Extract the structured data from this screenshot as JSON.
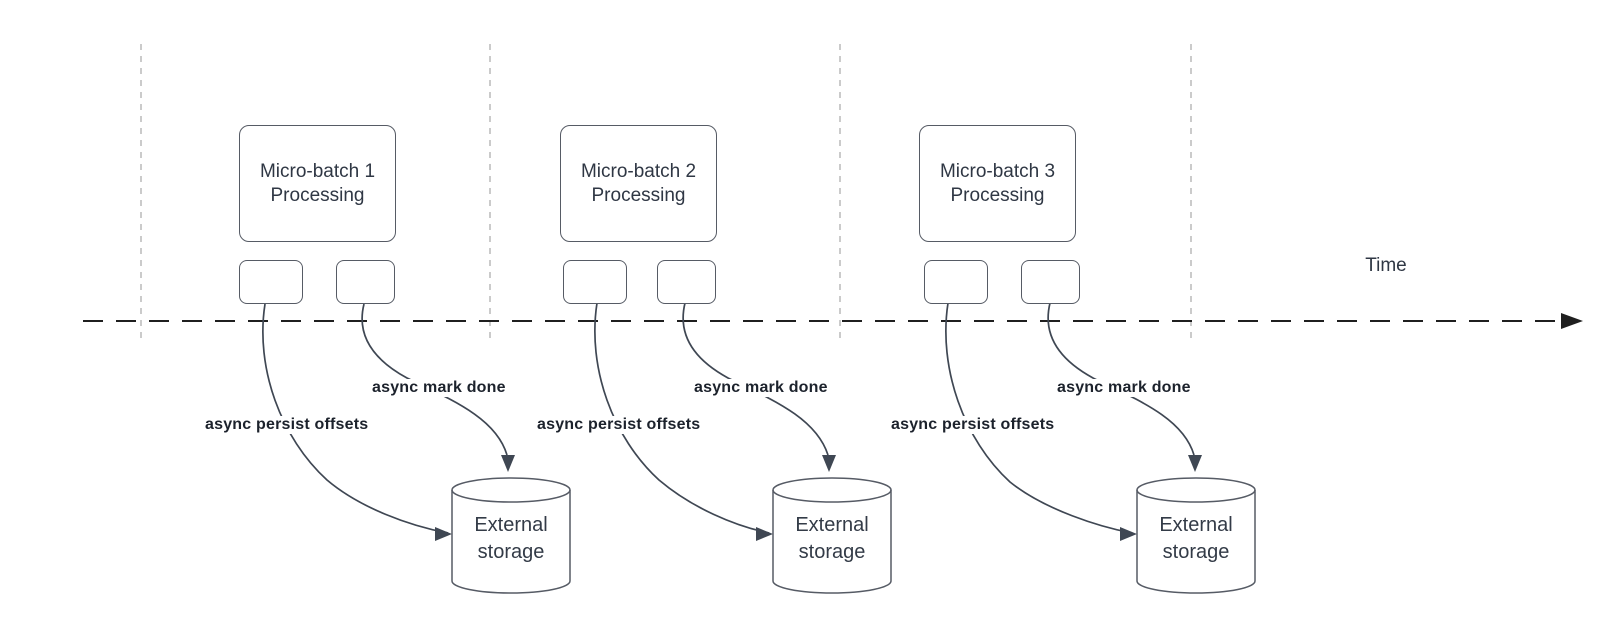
{
  "diagram": {
    "axis": {
      "label": "Time"
    },
    "batches": [
      {
        "title": "Micro-batch 1 Processing",
        "persist_label": "async persist offsets",
        "done_label": "async mark done",
        "storage_label": "External storage"
      },
      {
        "title": "Micro-batch 2 Processing",
        "persist_label": "async persist offsets",
        "done_label": "async mark done",
        "storage_label": "External storage"
      },
      {
        "title": "Micro-batch 3 Processing",
        "persist_label": "async persist offsets",
        "done_label": "async mark done",
        "storage_label": "External storage"
      }
    ],
    "colors": {
      "shape_border": "#565b65",
      "shape_fill": "#ffffff",
      "box_text": "#2f3744",
      "annotation_text": "#1c222c",
      "axis_line": "#1f1f1f",
      "guide_line": "#bababa",
      "connector": "#3f4753"
    }
  }
}
